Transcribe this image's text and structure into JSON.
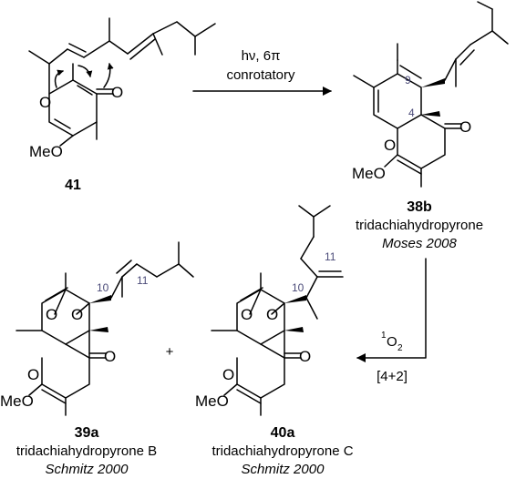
{
  "reaction1": {
    "conditions_line1": "hν, 6π",
    "conditions_line2": "conrotatory"
  },
  "reaction2": {
    "reagent_superscript": "1",
    "reagent_main": "O",
    "reagent_subscript": "2",
    "conditions": "[4+2]"
  },
  "compound_41": {
    "number": "41",
    "substituent": "MeO",
    "ring_oxygen": "O",
    "carbonyl_oxygen": "O"
  },
  "compound_38b": {
    "number": "38b",
    "name": "tridachiahydropyrone",
    "reference": "Moses 2008",
    "substituent": "MeO",
    "ring_oxygen": "O",
    "carbonyl_oxygen": "O",
    "locant_a": "9",
    "locant_b": "4"
  },
  "compound_39a": {
    "number": "39a",
    "name": "tridachiahydropyrone B",
    "reference": "Schmitz 2000",
    "substituent": "MeO",
    "ring_oxygen": "O",
    "carbonyl_oxygen": "O",
    "peroxide_o1": "O",
    "peroxide_o2": "O",
    "locant_a": "11",
    "locant_b": "10"
  },
  "compound_40a": {
    "number": "40a",
    "name": "tridachiahydropyrone C",
    "reference": "Schmitz 2000",
    "substituent": "MeO",
    "ring_oxygen": "O",
    "carbonyl_oxygen": "O",
    "peroxide_o1": "O",
    "peroxide_o2": "O",
    "locant_a": "11",
    "locant_b": "10"
  },
  "plus_sign": "+"
}
